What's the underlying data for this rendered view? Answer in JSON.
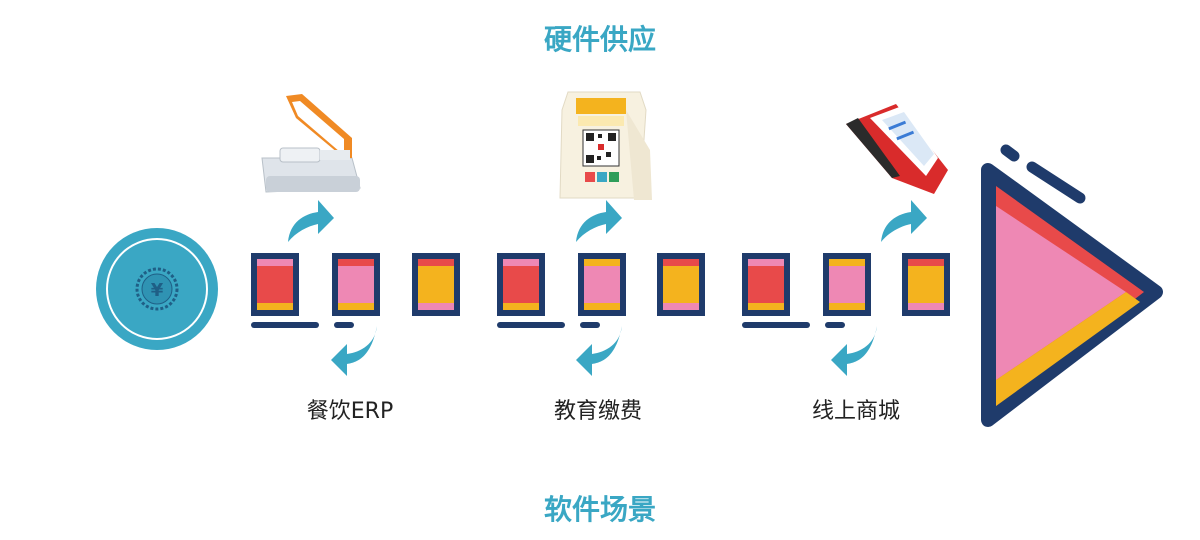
{
  "header": {
    "title": "硬件供应"
  },
  "footer": {
    "title": "软件场景"
  },
  "coin": {
    "symbol": "¥"
  },
  "scenes": [
    {
      "label": "餐饮ERP",
      "device": "pos-terminal"
    },
    {
      "label": "教育缴费",
      "device": "qr-payment-stand"
    },
    {
      "label": "线上商城",
      "device": "handheld-pos"
    }
  ],
  "colors": {
    "teal": "#3aa7c4",
    "navy": "#1f3b6b",
    "red": "#e84a4a",
    "pink": "#ee88b4",
    "yellow": "#f4b31e",
    "device_orange": "#f08a24",
    "handheld_red": "#d92b2b"
  }
}
